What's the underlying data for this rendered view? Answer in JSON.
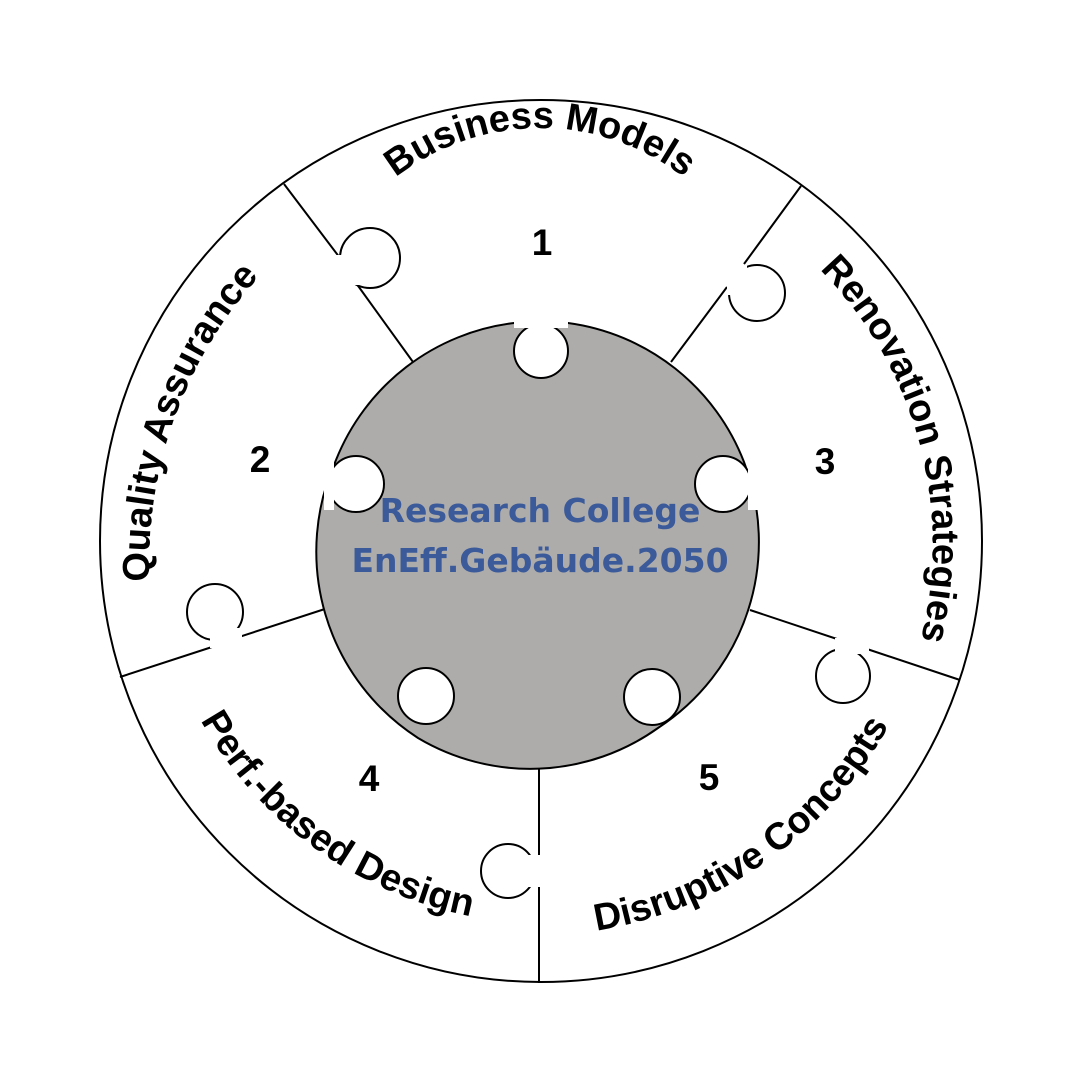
{
  "center": {
    "line1": "Research College",
    "line2": "EnEff.Gebäude.2050"
  },
  "segments": [
    {
      "number": "1",
      "label": "Business Models"
    },
    {
      "number": "2",
      "label": "Quality Assurance"
    },
    {
      "number": "3",
      "label": "Renovation Strategies"
    },
    {
      "number": "4",
      "label": "Perf.-based Design"
    },
    {
      "number": "5",
      "label": "Disruptive Concepts"
    }
  ],
  "colors": {
    "hub": "#aeacab",
    "center_text": "#3a5a9a",
    "outline": "#000000",
    "ring": "#ffffff"
  }
}
